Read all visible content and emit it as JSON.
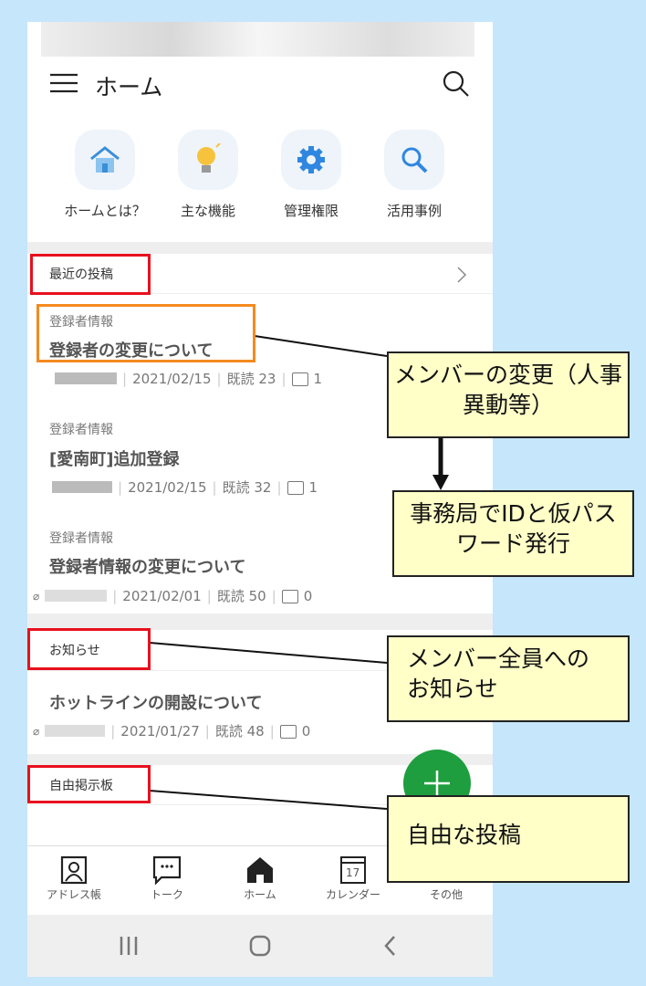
{
  "header": {
    "title": "ホーム"
  },
  "quick": [
    {
      "label": "ホームとは？",
      "icon": "home-icon"
    },
    {
      "label": "主な機能",
      "icon": "lightbulb-icon"
    },
    {
      "label": "管理権限",
      "icon": "gear-icon"
    },
    {
      "label": "活用事例",
      "icon": "search-icon"
    }
  ],
  "sections": {
    "recent": "最近の投稿",
    "notice": "お知らせ",
    "board": "自由掲示板"
  },
  "posts": [
    {
      "category": "登録者情報",
      "title": "登録者の変更について",
      "date": "2021/02/15",
      "reads": "既読 23",
      "comments": "1"
    },
    {
      "category": "登録者情報",
      "title": "[愛南町]追加登録",
      "date": "2021/02/15",
      "reads": "既読 32",
      "comments": "1"
    },
    {
      "category": "登録者情報",
      "title": "登録者情報の変更について",
      "date": "2021/02/01",
      "reads": "既読 50",
      "comments": "0"
    }
  ],
  "notice_post": {
    "title": "ホットラインの開設について",
    "date": "2021/01/27",
    "reads": "既読 48",
    "comments": "0"
  },
  "nav": [
    {
      "label": "アドレス帳"
    },
    {
      "label": "トーク"
    },
    {
      "label": "ホーム"
    },
    {
      "label": "カレンダー",
      "day": "17"
    },
    {
      "label": "その他"
    }
  ],
  "annotations": {
    "a1": "メンバーの変更（人事異動等）",
    "a2": "事務局でIDと仮パスワード発行",
    "a3": "メンバー全員へのお知らせ",
    "a4": "自由な投稿"
  },
  "colors": {
    "fab": "#1e9e3e",
    "highlight_red": "#e8101e",
    "highlight_orange": "#f58a1f",
    "note": "#ffffc8"
  }
}
